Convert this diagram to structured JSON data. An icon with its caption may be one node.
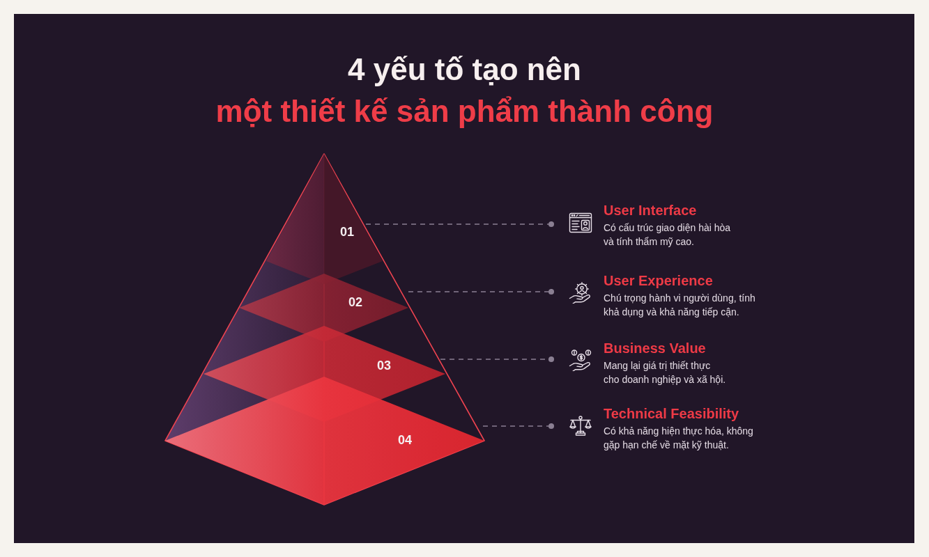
{
  "diagram": {
    "title": "4 yếu tố tạo nên",
    "nodes": [
      {
        "text": [
          "01"
        ]
      },
      {
        "text": [
          "02"
        ]
      },
      {
        "text": [
          "03"
        ]
      },
      {
        "text": [
          "04"
        ]
      },
      {
        "text": [
          "User Interface",
          "Có cấu trúc giao diện hài hòa và tính thẩm mỹ cao."
        ]
      },
      {
        "text": [
          "User Experience",
          "Chú trọng hành vi người dùng, tính khả dụng và khả năng tiếp cận."
        ]
      },
      {
        "text": [
          "Business Value",
          "Mang lại giá trị thiết thực cho doanh nghiệp và xã hội."
        ]
      },
      {
        "text": [
          "Technical Feasibility",
          "Có khả năng hiện thực hóa, không gặp hạn chế về mặt kỹ thuật."
        ]
      }
    ],
    "edges": [
      {
        "from": 0,
        "to": 4,
        "arrow": "other",
        "style": "dashed"
      },
      {
        "from": 1,
        "to": 5,
        "arrow": "other",
        "style": "dashed"
      },
      {
        "from": 2,
        "to": 6,
        "arrow": "other",
        "style": "dashed"
      },
      {
        "from": 3,
        "to": 7,
        "arrow": "other",
        "style": "dashed"
      }
    ],
    "labels": [
      "một thiết kế sản phẩm thành công"
    ]
  }
}
